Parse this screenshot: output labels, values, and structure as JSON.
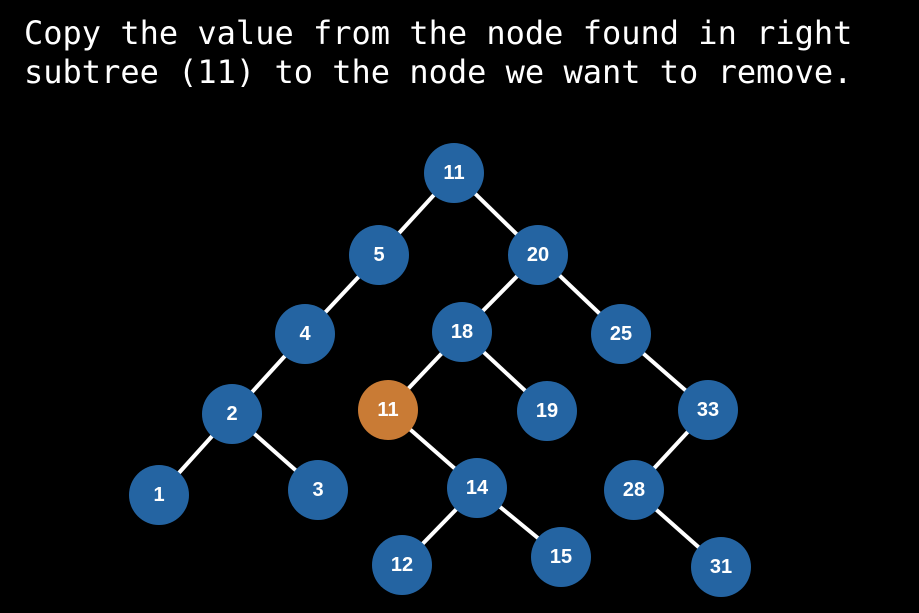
{
  "caption": {
    "line1": "Copy the value from the node found in right",
    "line2": "subtree (11) to the node we want to remove."
  },
  "colors": {
    "background": "#000000",
    "node": "#2464a2",
    "highlight": "#c97b35",
    "edge": "#ffffff",
    "text": "#ffffff"
  },
  "tree": {
    "nodes": [
      {
        "id": "root",
        "label": "11"
      },
      {
        "id": "n5",
        "label": "5"
      },
      {
        "id": "n20",
        "label": "20"
      },
      {
        "id": "n4",
        "label": "4"
      },
      {
        "id": "n18",
        "label": "18"
      },
      {
        "id": "n25",
        "label": "25"
      },
      {
        "id": "n2",
        "label": "2"
      },
      {
        "id": "n11b",
        "label": "11",
        "highlighted": true
      },
      {
        "id": "n19",
        "label": "19"
      },
      {
        "id": "n33",
        "label": "33"
      },
      {
        "id": "n1",
        "label": "1"
      },
      {
        "id": "n3",
        "label": "3"
      },
      {
        "id": "n14",
        "label": "14"
      },
      {
        "id": "n28",
        "label": "28"
      },
      {
        "id": "n12",
        "label": "12"
      },
      {
        "id": "n15",
        "label": "15"
      },
      {
        "id": "n31",
        "label": "31"
      }
    ],
    "edges": [
      [
        "root",
        "n5"
      ],
      [
        "root",
        "n20"
      ],
      [
        "n5",
        "n4"
      ],
      [
        "n20",
        "n18"
      ],
      [
        "n20",
        "n25"
      ],
      [
        "n4",
        "n2"
      ],
      [
        "n18",
        "n11b"
      ],
      [
        "n18",
        "n19"
      ],
      [
        "n25",
        "n33"
      ],
      [
        "n2",
        "n1"
      ],
      [
        "n2",
        "n3"
      ],
      [
        "n11b",
        "n14"
      ],
      [
        "n33",
        "n28"
      ],
      [
        "n14",
        "n12"
      ],
      [
        "n14",
        "n15"
      ],
      [
        "n28",
        "n31"
      ]
    ]
  }
}
